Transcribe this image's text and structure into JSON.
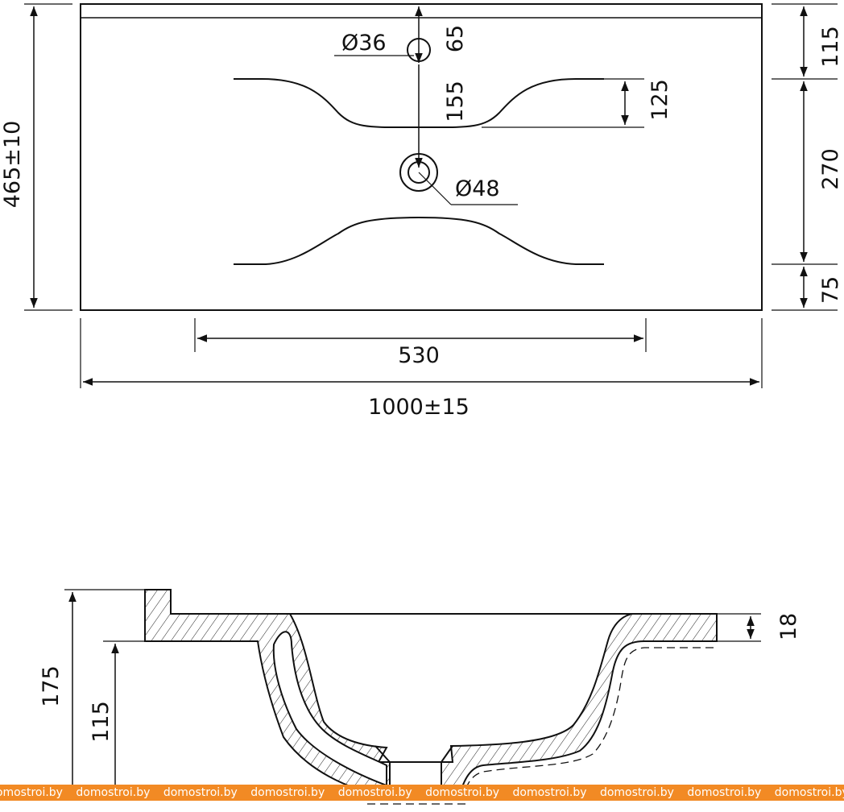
{
  "top_view": {
    "faucet_hole": "Ø36",
    "faucet_offset": "65",
    "back_edge_to_bowl": "115",
    "faucet_to_drain": "155",
    "bowl_curve_depth": "125",
    "bowl_depth": "270",
    "drain_hole": "Ø48",
    "depth_total": "465±10",
    "front_edge_to_bowl": "75",
    "bowl_width": "530",
    "width_total": "1000±15"
  },
  "section_view": {
    "height_total": "175",
    "height_to_top": "115",
    "top_thickness": "18"
  },
  "watermark": {
    "text": "domostroi.by",
    "colors": {
      "background": "#f28a24",
      "text": "#ffffff"
    }
  }
}
